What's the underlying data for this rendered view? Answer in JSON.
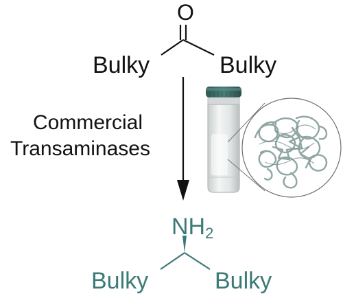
{
  "reactant": {
    "atom_top": "O",
    "substituent_left": "Bulky",
    "substituent_right": "Bulky"
  },
  "reagent": {
    "line1": "Commercial",
    "line2": "Transaminases"
  },
  "product": {
    "amine_main": "NH",
    "amine_subscript": "2",
    "substituent_left": "Bulky",
    "substituent_right": "Bulky"
  },
  "colors": {
    "text": "#111111",
    "product": "#3c7a78",
    "cap": "#3f6e69",
    "vial": "#e6e8e8",
    "protein": "#8fa6a4"
  },
  "icons": [
    "reaction-arrow-icon",
    "enzyme-vial-icon",
    "protein-structure-icon"
  ]
}
